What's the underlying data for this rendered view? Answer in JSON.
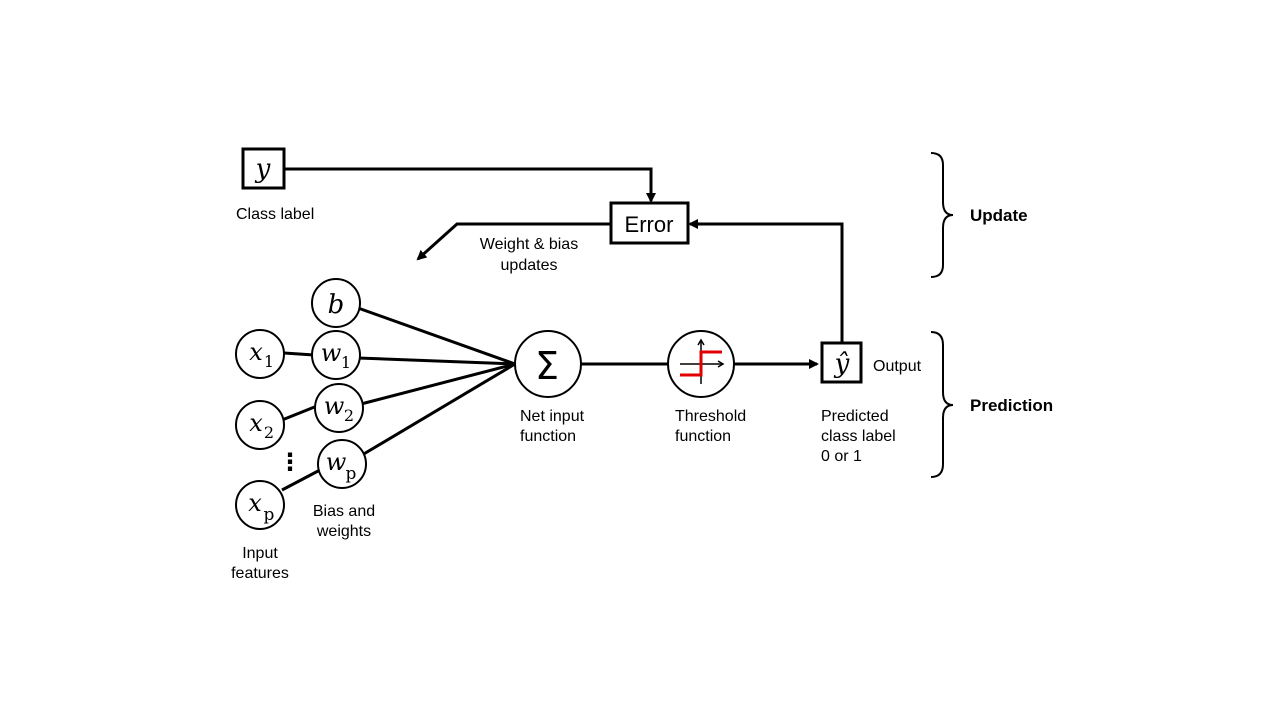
{
  "nodes": {
    "y_label_box": {
      "symbol": "y"
    },
    "error_box": {
      "label": "Error"
    },
    "bias": {
      "symbol": "b"
    },
    "x1": {
      "symbol": "x",
      "sub": "1"
    },
    "x2": {
      "symbol": "x",
      "sub": "2"
    },
    "xp": {
      "symbol": "x",
      "sub": "p"
    },
    "w1": {
      "symbol": "w",
      "sub": "1"
    },
    "w2": {
      "symbol": "w",
      "sub": "2"
    },
    "wp": {
      "symbol": "w",
      "sub": "p"
    },
    "sum": {
      "symbol": "Σ"
    },
    "yhat": {
      "symbol": "ŷ"
    },
    "ellipsis": "⋮"
  },
  "labels": {
    "class_label": "Class label",
    "weight_bias_updates": [
      "Weight & bias",
      "updates"
    ],
    "net_input": [
      "Net input",
      "function"
    ],
    "threshold": [
      "Threshold",
      "function"
    ],
    "output": "Output",
    "predicted": [
      "Predicted",
      "class label",
      "0 or 1"
    ],
    "bias_weights": [
      "Bias and",
      "weights"
    ],
    "input_features": [
      "Input",
      "features"
    ],
    "update": "Update",
    "prediction": "Prediction"
  },
  "colors": {
    "step_function": "#e00000"
  }
}
